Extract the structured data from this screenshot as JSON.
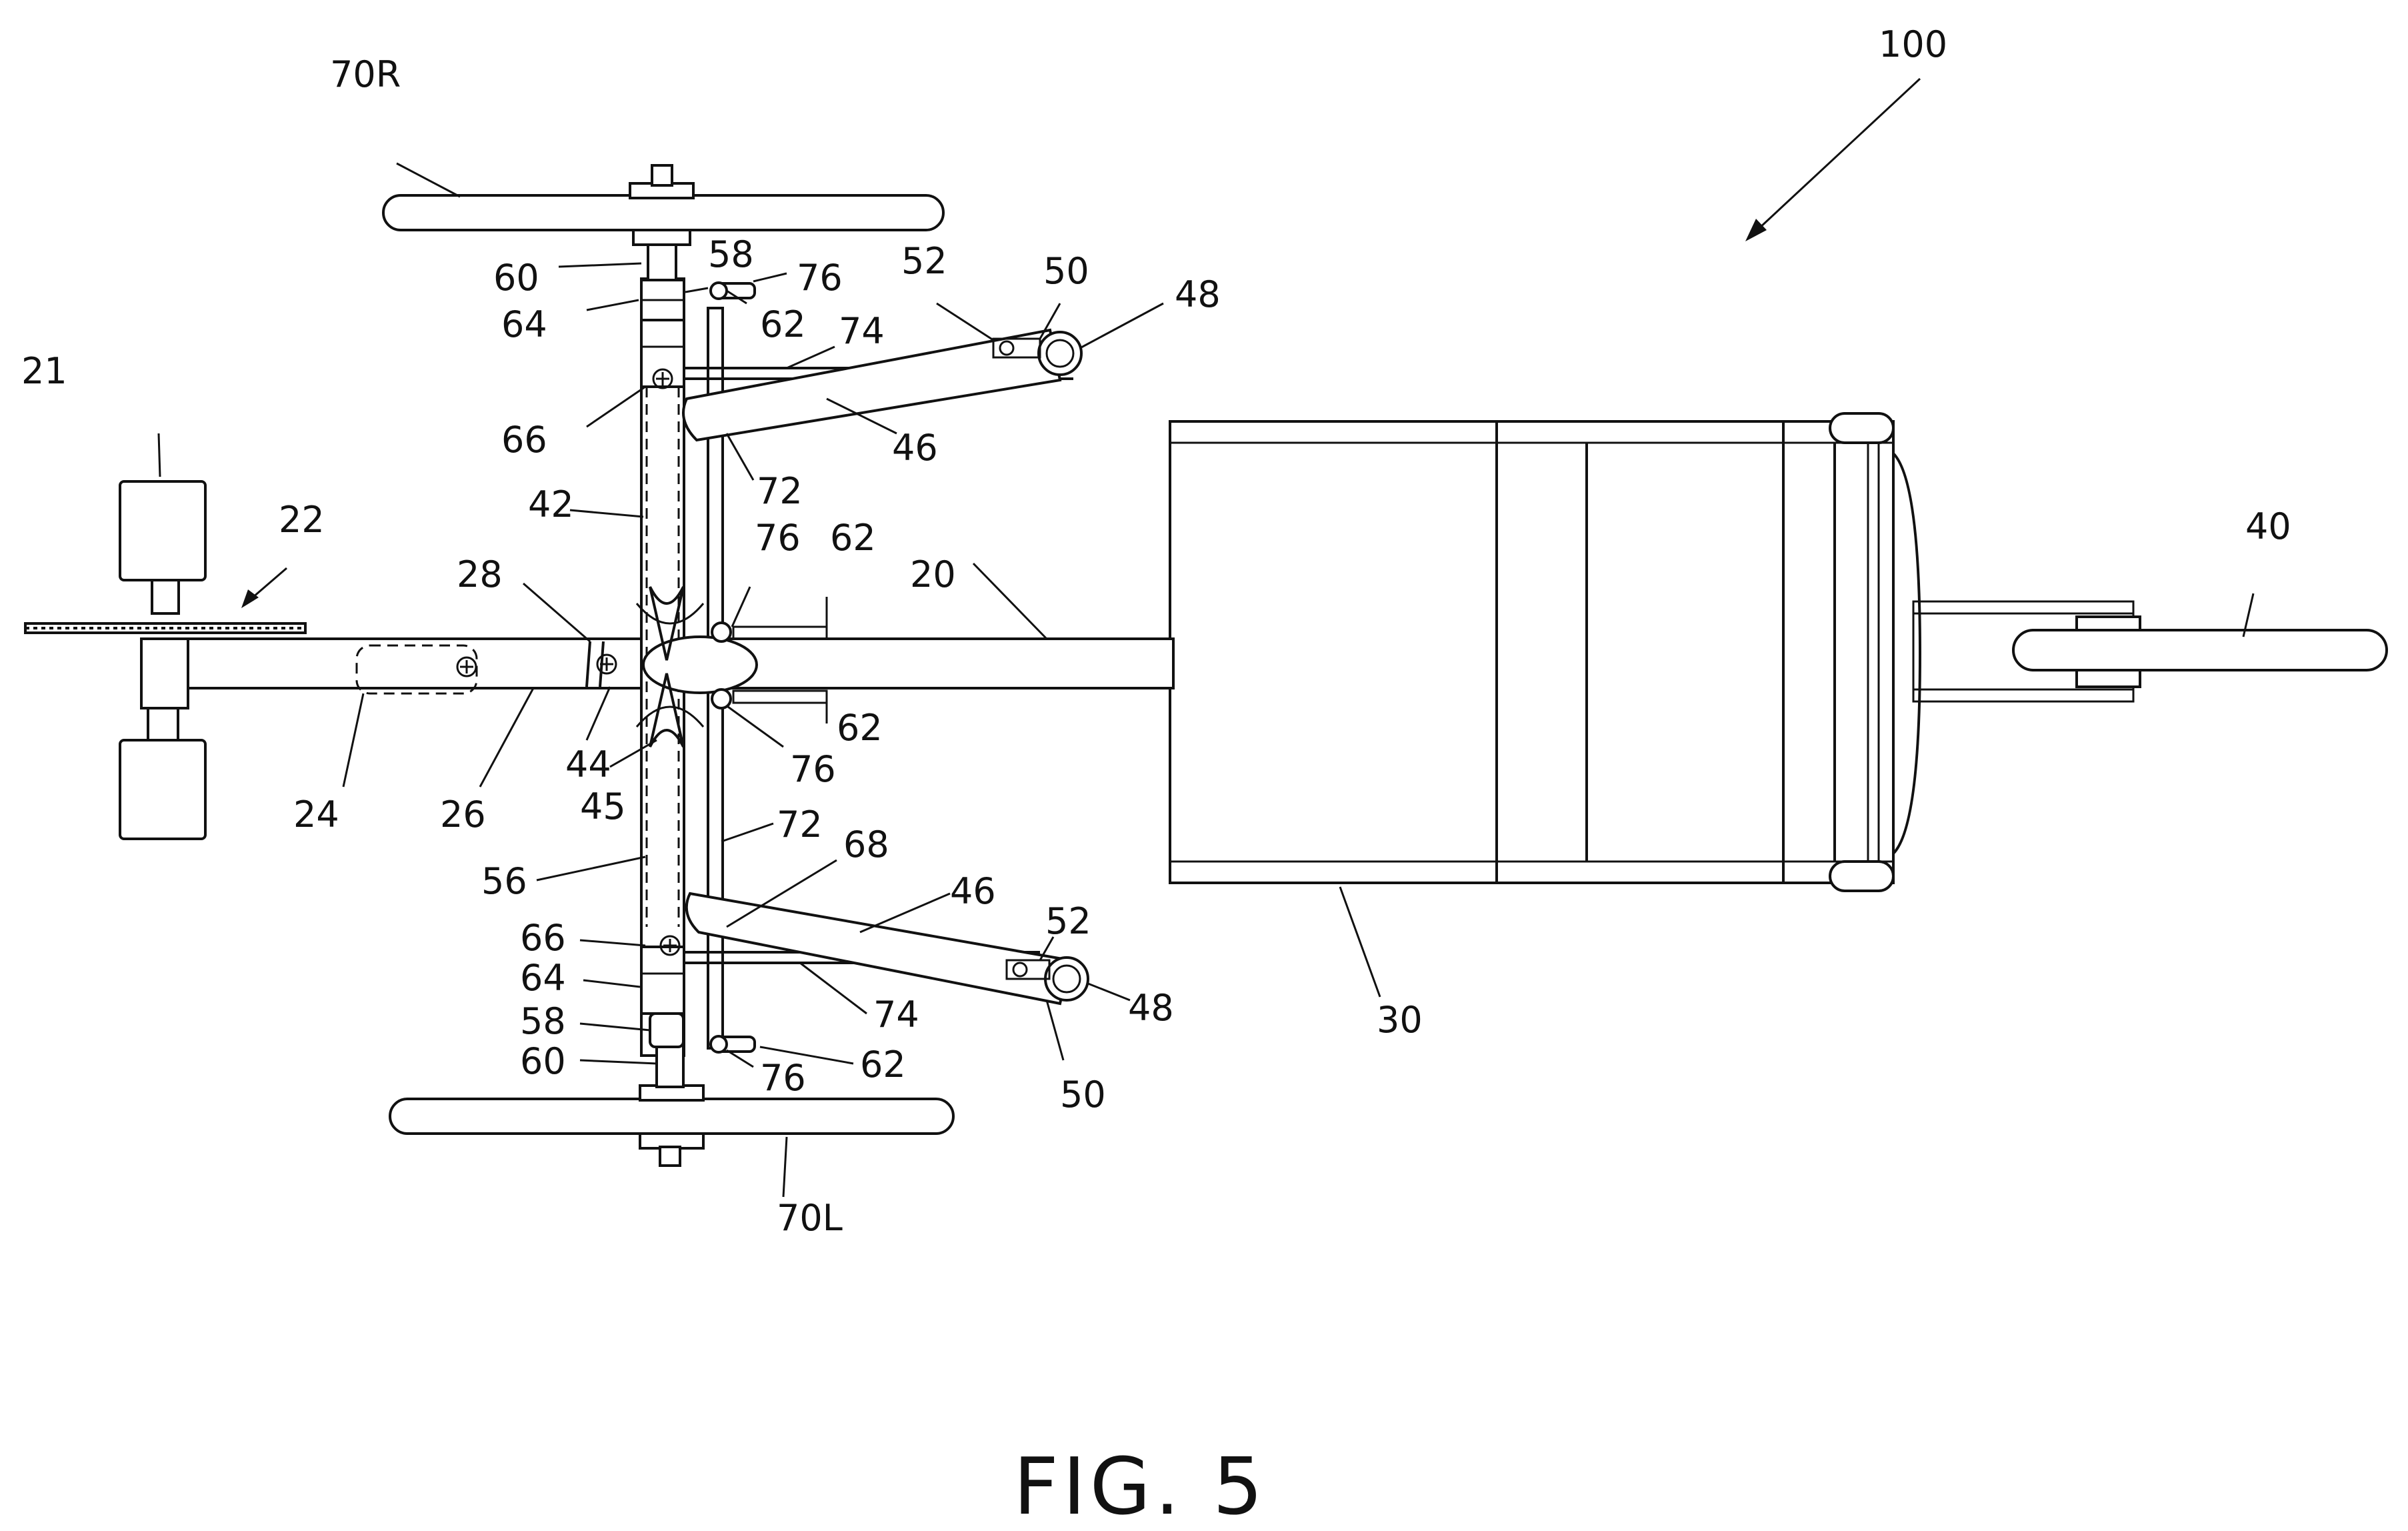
{
  "figure": {
    "caption": "FIG. 5",
    "reference": "100"
  },
  "labels": {
    "l21": "21",
    "l22": "22",
    "l24": "24",
    "l26": "26",
    "l28": "28",
    "l20": "20",
    "l30": "30",
    "l40": "40",
    "l42": "42",
    "l44": "44",
    "l45": "45",
    "l56": "56",
    "l70R": "70R",
    "l70L": "70L",
    "l60_top": "60",
    "l58_top": "58",
    "l76_top": "76",
    "l64_top": "64",
    "l62_top": "62",
    "l52_top": "52",
    "l50_top": "50",
    "l48_top": "48",
    "l74_top": "74",
    "l66_top": "66",
    "l46_top": "46",
    "l72_top": "72",
    "l76_mid1": "76",
    "l62_mid1": "62",
    "l62_mid2": "62",
    "l76_mid2": "76",
    "l72_bot": "72",
    "l68": "68",
    "l46_bot": "46",
    "l52_bot": "52",
    "l66_bot": "66",
    "l64_bot": "64",
    "l74_bot": "74",
    "l48_bot": "48",
    "l58_bot": "58",
    "l60_bot": "60",
    "l62_bot": "62",
    "l76_bot": "76",
    "l50_bot": "50"
  }
}
